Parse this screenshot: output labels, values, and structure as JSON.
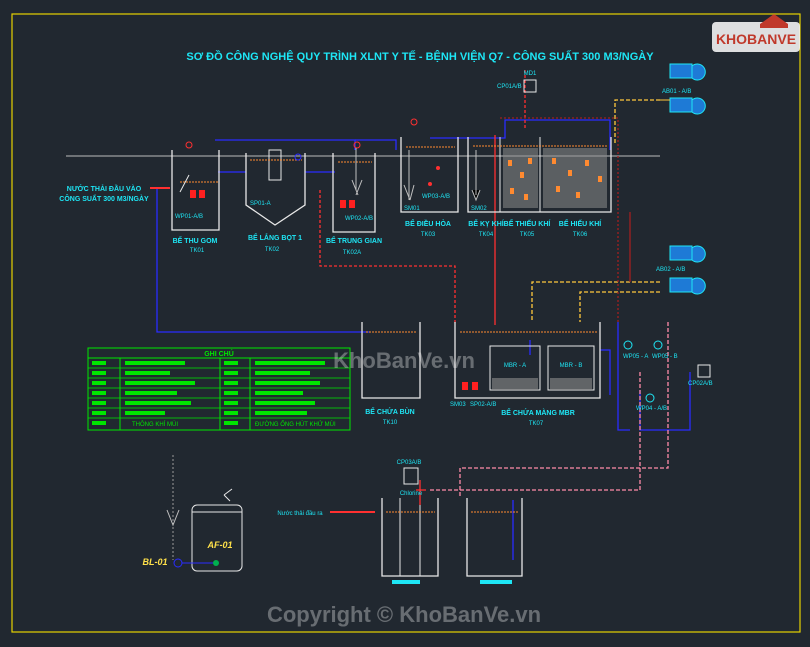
{
  "title": "SƠ ĐỒ CÔNG NGHỆ QUY TRÌNH XLNT Y TẾ - BỆNH VIỆN Q7 - CÔNG SUẤT 300 M3/NGÀY",
  "inlet": {
    "line1": "NƯỚC THẢI ĐẦU VÀO",
    "line2": "CÔNG SUẤT 300 M3/NGÀY"
  },
  "tanks": {
    "tk01": {
      "name": "BỂ THU GOM",
      "code": "TK01",
      "pump": "WP01-A/B"
    },
    "tk02": {
      "name": "BỂ LẮNG BỌT 1",
      "code": "TK02",
      "pump": "SP01-A"
    },
    "tk02a": {
      "name": "BỂ TRUNG GIAN",
      "code": "TK02A",
      "pump": "WP02-A/B"
    },
    "tk03": {
      "name": "BỂ ĐIỀU HÒA",
      "code": "TK03",
      "pump": "WP03-A/B",
      "sm": "SM01"
    },
    "tk04": {
      "name": "BỂ KỴ KHÍ",
      "code": "TK04",
      "sm": "SM02"
    },
    "tk05": {
      "name": "BỂ THIẾU KHÍ",
      "code": "TK05"
    },
    "tk06": {
      "name": "BỂ HIẾU KHÍ",
      "code": "TK06"
    },
    "tk10": {
      "name": "BỂ CHỨA BÙN",
      "code": "TK10"
    },
    "tk07": {
      "name": "BỂ CHỨA MÀNG MBR",
      "code": "TK07",
      "sm": "SM03",
      "pump": "SP02-A/B",
      "mbr_a": "MBR - A",
      "mbr_b": "MBR - B"
    }
  },
  "equipment": {
    "ab01": "AB01 - A/B",
    "ab02": "AB02 - A/B",
    "cp01": "CP01A/B",
    "md1": "MD1",
    "wp05a": "WP05 - A",
    "wp05b": "WP05 - B",
    "wp04": "WP04 - A/B",
    "cp02": "CP02A/B",
    "cp03": "CP03A/B",
    "chlorine": "Chlorine",
    "outlet": "Nước thải đầu ra"
  },
  "legend": {
    "title": "GHI CHÚ",
    "row_a": "THÔNG KHÍ MÙI",
    "row_b": "ĐƯỜNG ỐNG HÚT KHỬ MÙI"
  },
  "deodor": {
    "af": "AF-01",
    "bl": "BL-01"
  },
  "watermark": {
    "badge": "KHOBANVE",
    "center": "KhoBanVe.vn",
    "copyright": "Copyright © KhoBanVe.vn"
  },
  "colors": {
    "line_blue": "#2424ff",
    "line_red": "#ff3030",
    "line_yellow": "#ffc83c",
    "line_orange": "#ff8a30",
    "text_cyan": "#1ee6f5",
    "legend_green": "#00e600",
    "bg": "#212830"
  }
}
